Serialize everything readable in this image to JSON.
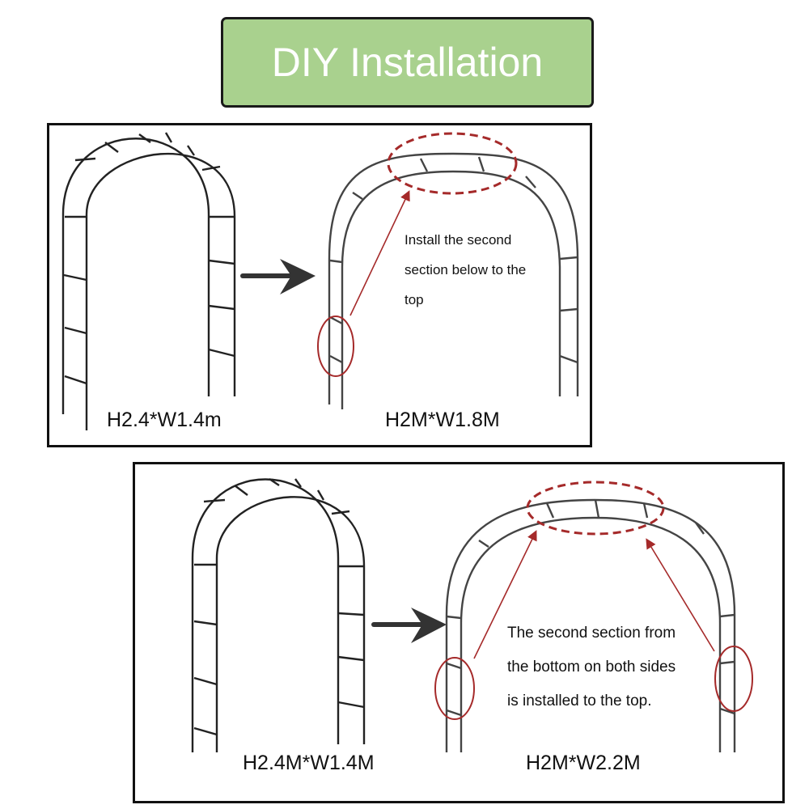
{
  "title": "DIY Installation",
  "panel1": {
    "left_label": "H2.4*W1.4m",
    "right_label": "H2M*W1.8M",
    "instruction_lines": [
      "Install the second",
      "section below to the",
      "top"
    ]
  },
  "panel2": {
    "left_label": "H2.4M*W1.4M",
    "right_label": "H2M*W2.2M",
    "instruction_lines": [
      "The second section from",
      "the bottom on both sides",
      "is installed to the top."
    ]
  },
  "colors": {
    "title_bg": "#a9d18e",
    "highlight": "#a52a2a"
  }
}
